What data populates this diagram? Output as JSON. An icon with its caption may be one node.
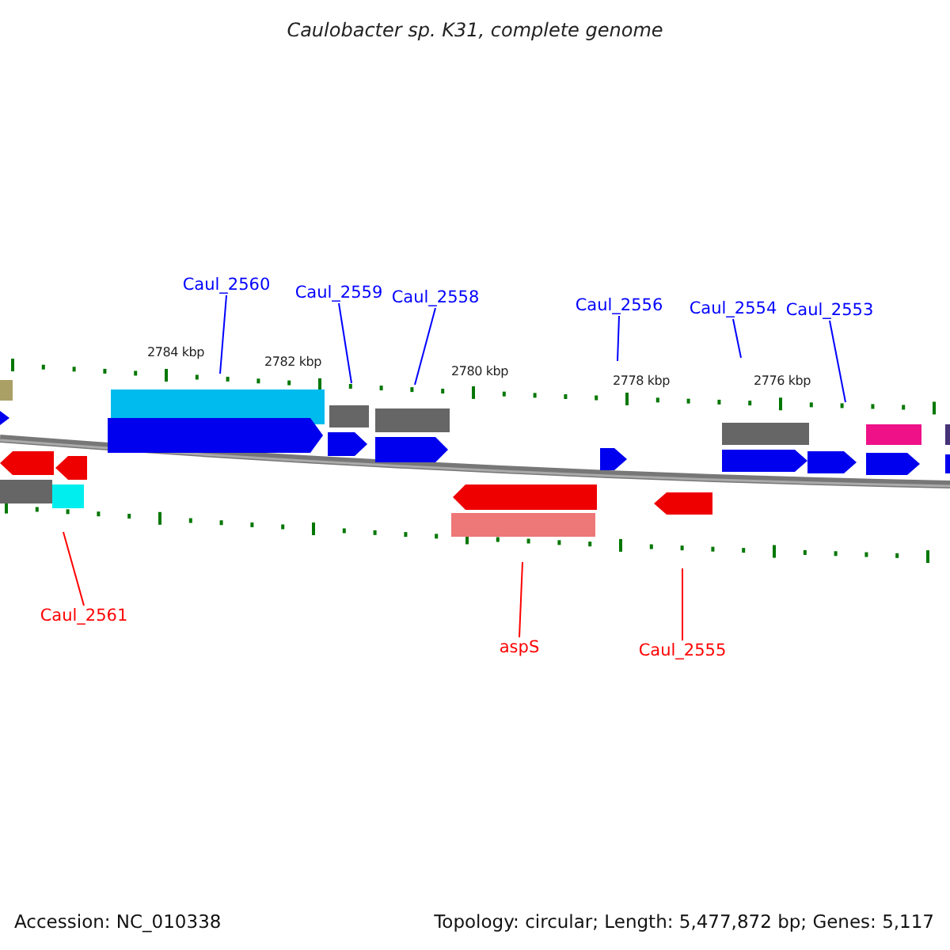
{
  "diagram": {
    "title": "Caulobacter sp. K31, complete genome",
    "nodes": [
      {
        "text": [
          "Caul_2560"
        ]
      },
      {
        "text": [
          "Caul_2559"
        ]
      },
      {
        "text": [
          "Caul_2558"
        ]
      },
      {
        "text": [
          "Caul_2556"
        ]
      },
      {
        "text": [
          "Caul_2554"
        ]
      },
      {
        "text": [
          "Caul_2553"
        ]
      },
      {
        "text": [
          "Caul_2561"
        ]
      },
      {
        "text": [
          "aspS"
        ]
      },
      {
        "text": [
          "Caul_2555"
        ]
      }
    ],
    "edges": [
      {
        "from": 0,
        "to": null,
        "arrow": "none"
      },
      {
        "from": 1,
        "to": null,
        "arrow": "none"
      },
      {
        "from": 2,
        "to": null,
        "arrow": "none"
      },
      {
        "from": 3,
        "to": null,
        "arrow": "none"
      },
      {
        "from": 4,
        "to": null,
        "arrow": "none"
      },
      {
        "from": 5,
        "to": null,
        "arrow": "none"
      },
      {
        "from": 6,
        "to": null,
        "arrow": "none",
        "color": "#ff0000"
      },
      {
        "from": 7,
        "to": null,
        "arrow": "none",
        "color": "#ff0000"
      },
      {
        "from": 8,
        "to": null,
        "arrow": "none",
        "color": "#ff0000"
      }
    ],
    "labels": [
      "2784 kbp",
      "2782 kbp",
      "2780 kbp",
      "2778 kbp",
      "2776 kbp",
      "Accession: NC_010338",
      "Topology: circular; Length: 5,477,872 bp; Genes: 5,117"
    ]
  }
}
